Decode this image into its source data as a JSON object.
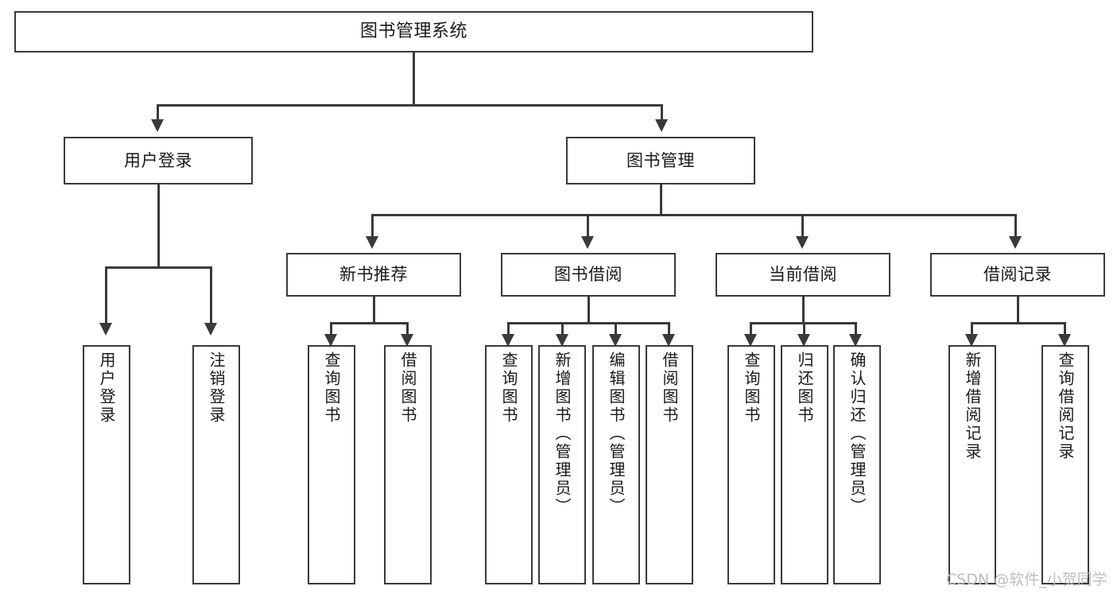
{
  "diagram": {
    "title": "图书管理系统",
    "type": "functional-structure-tree",
    "root": {
      "label": "图书管理系统"
    },
    "level1": [
      {
        "label": "用户登录"
      },
      {
        "label": "图书管理"
      }
    ],
    "level2": [
      {
        "label": "新书推荐"
      },
      {
        "label": "图书借阅"
      },
      {
        "label": "当前借阅"
      },
      {
        "label": "借阅记录"
      }
    ],
    "leaves": {
      "user_login": [
        {
          "label": "用户登录"
        },
        {
          "label": "注销登录"
        }
      ],
      "new_book_recommend": [
        {
          "label": "查询图书"
        },
        {
          "label": "借阅图书"
        }
      ],
      "book_borrow": [
        {
          "label": "查询图书"
        },
        {
          "label": "新增图书（管理员）"
        },
        {
          "label": "编辑图书（管理员）"
        },
        {
          "label": "借阅图书"
        }
      ],
      "current_borrow": [
        {
          "label": "查询图书"
        },
        {
          "label": "归还图书"
        },
        {
          "label": "确认归还（管理员）"
        }
      ],
      "borrow_record": [
        {
          "label": "新增借阅记录"
        },
        {
          "label": "查询借阅记录"
        }
      ]
    }
  },
  "watermark": {
    "text": "CSDN @软件_小贺同学"
  },
  "colors": {
    "stroke": "#3a3a3a",
    "fill": "#ffffff",
    "text": "#1a1a1a",
    "watermark": "#bdbdbd"
  }
}
